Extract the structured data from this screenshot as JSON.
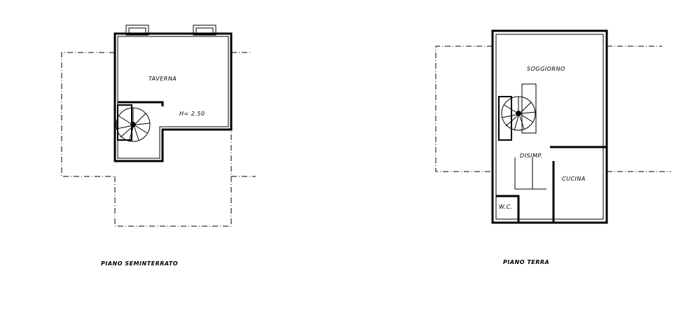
{
  "plans": [
    {
      "title": "PIANO SEMINTERRATO",
      "rooms": [
        {
          "label": "TAVERNA"
        },
        {
          "label": "H= 2.50"
        }
      ]
    },
    {
      "title": "PIANO TERRA",
      "rooms": [
        {
          "label": "SOGGIORNO"
        },
        {
          "label": "CUCINA"
        },
        {
          "label": "W.C."
        },
        {
          "label": "DISIMP."
        }
      ]
    }
  ]
}
